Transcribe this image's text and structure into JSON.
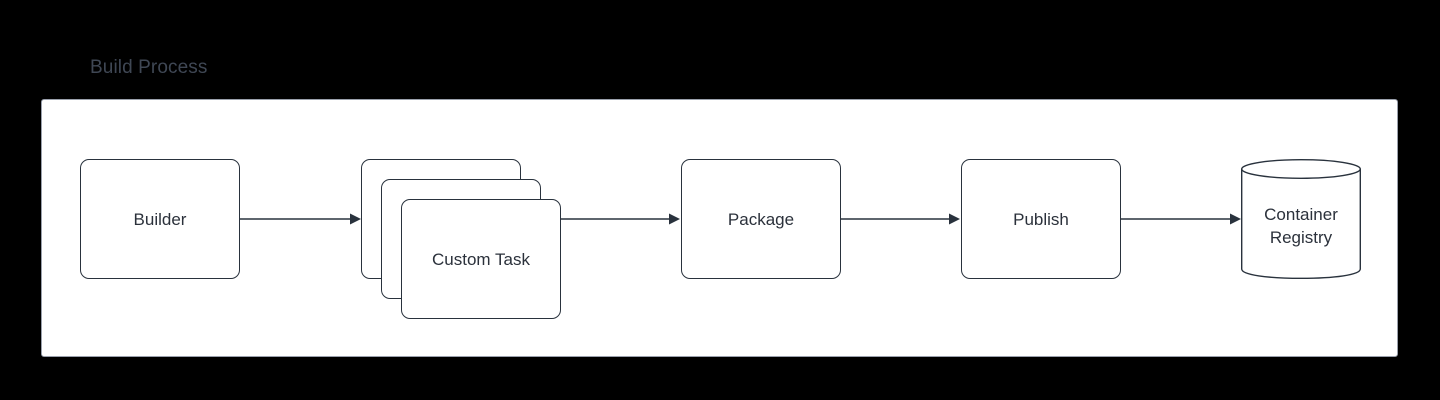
{
  "diagram": {
    "title": "Build Process",
    "title_color": "#3f4754",
    "panel_bg": "#ffffff",
    "page_bg": "#000000",
    "stroke_color": "#29323d",
    "text_color": "#2b313b",
    "nodes": [
      {
        "id": "builder",
        "label": "Builder",
        "shape": "rounded-rect"
      },
      {
        "id": "custom-task",
        "label": "Custom Task",
        "shape": "stacked-rounded-rect",
        "stack_count": 3
      },
      {
        "id": "package",
        "label": "Package",
        "shape": "rounded-rect"
      },
      {
        "id": "publish",
        "label": "Publish",
        "shape": "rounded-rect"
      },
      {
        "id": "container-registry",
        "label": "Container\nRegistry",
        "shape": "cylinder"
      }
    ],
    "edges": [
      {
        "from": "builder",
        "to": "custom-task",
        "arrow": "arrow-right"
      },
      {
        "from": "custom-task",
        "to": "package",
        "arrow": "arrow-right"
      },
      {
        "from": "package",
        "to": "publish",
        "arrow": "arrow-right"
      },
      {
        "from": "publish",
        "to": "container-registry",
        "arrow": "arrow-right"
      }
    ]
  }
}
